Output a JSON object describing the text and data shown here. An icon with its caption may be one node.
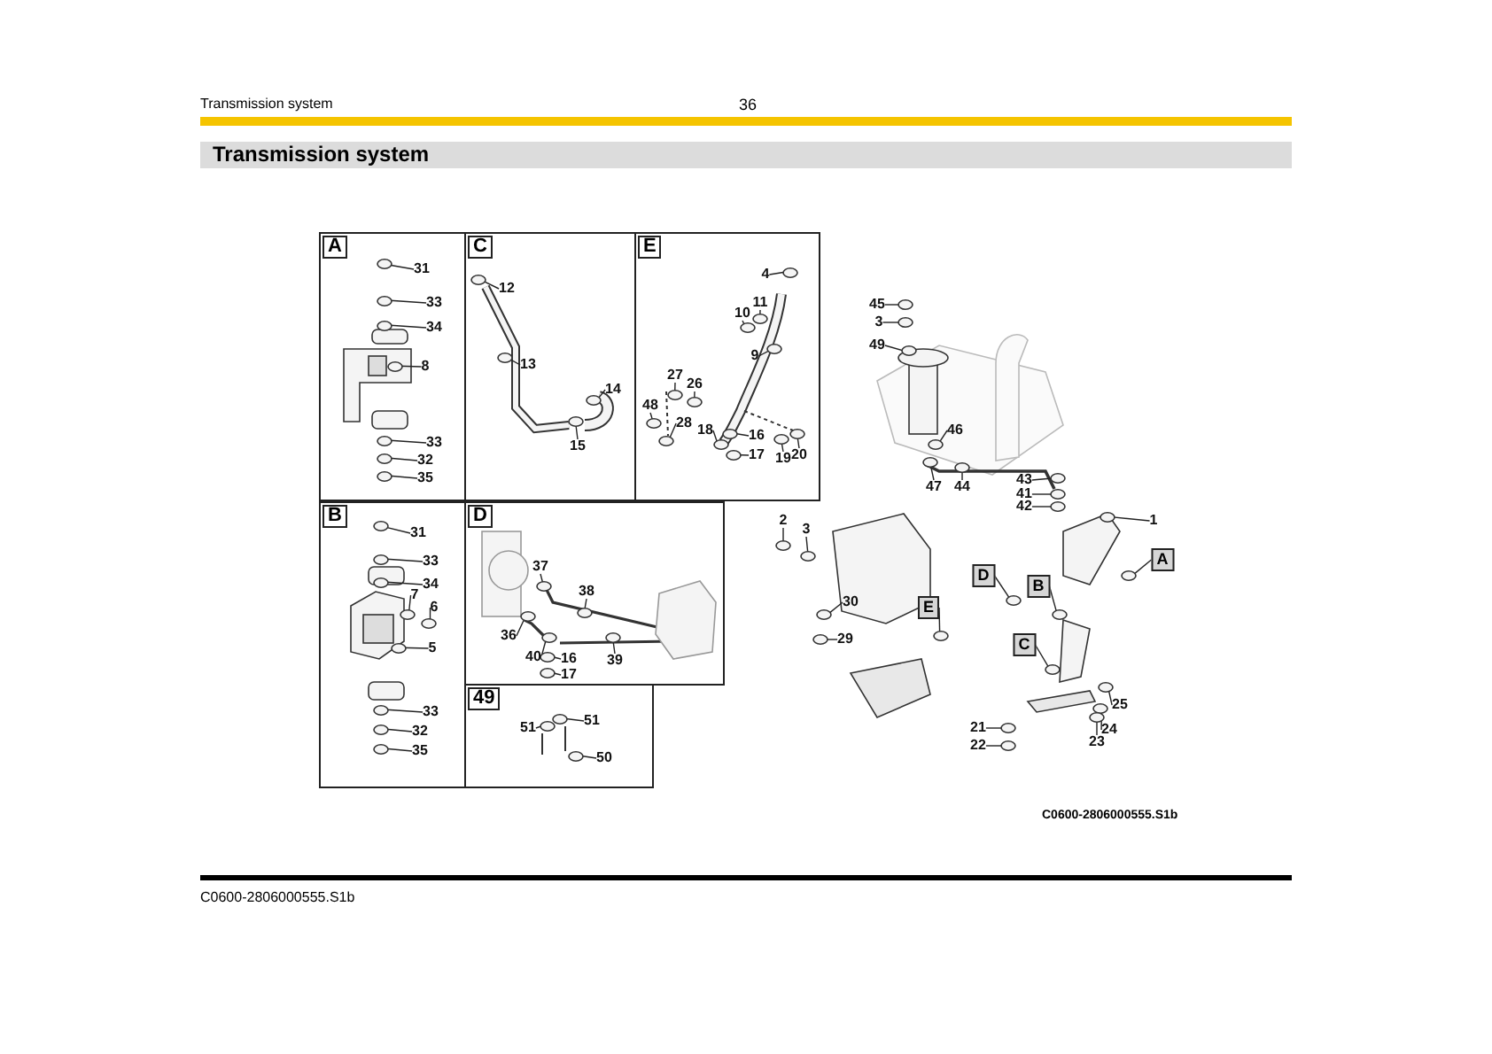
{
  "diagram": {
    "title": "Transmission system",
    "nodes": [
      {
        "text": [
          "A"
        ]
      },
      {
        "text": [
          "31"
        ],
        "in": 0
      },
      {
        "text": [
          "33"
        ],
        "in": 0
      },
      {
        "text": [
          "34"
        ],
        "in": 0
      },
      {
        "text": [
          "8"
        ],
        "in": 0
      },
      {
        "text": [
          "33"
        ],
        "in": 0
      },
      {
        "text": [
          "32"
        ],
        "in": 0
      },
      {
        "text": [
          "35"
        ],
        "in": 0
      },
      {
        "text": [
          "C"
        ]
      },
      {
        "text": [
          "12"
        ],
        "in": 8
      },
      {
        "text": [
          "13"
        ],
        "in": 8
      },
      {
        "text": [
          "14"
        ],
        "in": 8
      },
      {
        "text": [
          "15"
        ],
        "in": 8
      },
      {
        "text": [
          "E"
        ]
      },
      {
        "text": [
          "4"
        ],
        "in": 13
      },
      {
        "text": [
          "11"
        ],
        "in": 13
      },
      {
        "text": [
          "10"
        ],
        "in": 13
      },
      {
        "text": [
          "9"
        ],
        "in": 13
      },
      {
        "text": [
          "27"
        ],
        "in": 13
      },
      {
        "text": [
          "26"
        ],
        "in": 13
      },
      {
        "text": [
          "48"
        ],
        "in": 13
      },
      {
        "text": [
          "28"
        ],
        "in": 13
      },
      {
        "text": [
          "18"
        ],
        "in": 13
      },
      {
        "text": [
          "16"
        ],
        "in": 13
      },
      {
        "text": [
          "17"
        ],
        "in": 13
      },
      {
        "text": [
          "19"
        ],
        "in": 13
      },
      {
        "text": [
          "20"
        ],
        "in": 13
      },
      {
        "text": [
          "B"
        ]
      },
      {
        "text": [
          "31"
        ],
        "in": 27
      },
      {
        "text": [
          "33"
        ],
        "in": 27
      },
      {
        "text": [
          "34"
        ],
        "in": 27
      },
      {
        "text": [
          "7"
        ],
        "in": 27
      },
      {
        "text": [
          "6"
        ],
        "in": 27
      },
      {
        "text": [
          "5"
        ],
        "in": 27
      },
      {
        "text": [
          "33"
        ],
        "in": 27
      },
      {
        "text": [
          "32"
        ],
        "in": 27
      },
      {
        "text": [
          "35"
        ],
        "in": 27
      },
      {
        "text": [
          "D"
        ]
      },
      {
        "text": [
          "37"
        ],
        "in": 37
      },
      {
        "text": [
          "38"
        ],
        "in": 37
      },
      {
        "text": [
          "36"
        ],
        "in": 37
      },
      {
        "text": [
          "40"
        ],
        "in": 37
      },
      {
        "text": [
          "16"
        ],
        "in": 37
      },
      {
        "text": [
          "39"
        ],
        "in": 37
      },
      {
        "text": [
          "17"
        ],
        "in": 37
      },
      {
        "text": [
          "49"
        ]
      },
      {
        "text": [
          "51"
        ],
        "in": 45
      },
      {
        "text": [
          "51"
        ],
        "in": 45
      },
      {
        "text": [
          "50"
        ],
        "in": 45
      },
      {
        "text": [
          "45"
        ]
      },
      {
        "text": [
          "3"
        ]
      },
      {
        "text": [
          "49"
        ]
      },
      {
        "text": [
          "46"
        ]
      },
      {
        "text": [
          "47"
        ]
      },
      {
        "text": [
          "44"
        ]
      },
      {
        "text": [
          "43"
        ]
      },
      {
        "text": [
          "41"
        ]
      },
      {
        "text": [
          "42"
        ]
      },
      {
        "text": [
          "1"
        ]
      },
      {
        "text": [
          "2"
        ]
      },
      {
        "text": [
          "3"
        ]
      },
      {
        "text": [
          "30"
        ]
      },
      {
        "text": [
          "29"
        ]
      },
      {
        "text": [
          "A"
        ]
      },
      {
        "text": [
          "D"
        ]
      },
      {
        "text": [
          "B"
        ]
      },
      {
        "text": [
          "E"
        ]
      },
      {
        "text": [
          "C"
        ]
      },
      {
        "text": [
          "21"
        ]
      },
      {
        "text": [
          "22"
        ]
      },
      {
        "text": [
          "25"
        ]
      },
      {
        "text": [
          "24"
        ]
      },
      {
        "text": [
          "23"
        ]
      },
      {
        "text": [],
        "shape": "circle",
        "in": 0
      },
      {
        "text": [],
        "shape": "circle",
        "in": 0
      },
      {
        "text": [],
        "shape": "circle",
        "in": 0
      },
      {
        "text": [],
        "shape": "circle",
        "in": 0
      },
      {
        "text": [],
        "shape": "circle",
        "in": 0
      },
      {
        "text": [],
        "shape": "circle",
        "in": 0
      },
      {
        "text": [],
        "shape": "circle",
        "in": 0
      },
      {
        "text": [],
        "shape": "circle",
        "in": 8
      },
      {
        "text": [],
        "shape": "circle",
        "in": 8
      },
      {
        "text": [],
        "shape": "circle",
        "in": 8
      },
      {
        "text": [],
        "shape": "circle",
        "in": 8
      },
      {
        "text": [],
        "shape": "circle",
        "in": 13
      },
      {
        "text": [],
        "shape": "circle",
        "in": 13
      },
      {
        "text": [],
        "shape": "circle",
        "in": 13
      },
      {
        "text": [],
        "shape": "circle",
        "in": 13
      },
      {
        "text": [],
        "shape": "circle",
        "in": 13
      },
      {
        "text": [],
        "shape": "circle",
        "in": 13
      },
      {
        "text": [],
        "shape": "circle",
        "in": 13
      },
      {
        "text": [],
        "shape": "circle",
        "in": 13
      },
      {
        "text": [],
        "shape": "circle",
        "in": 13
      },
      {
        "text": [],
        "shape": "circle",
        "in": 13
      },
      {
        "text": [],
        "shape": "circle",
        "in": 13
      },
      {
        "text": [],
        "shape": "circle",
        "in": 13
      },
      {
        "text": [],
        "shape": "circle",
        "in": 13
      },
      {
        "text": [],
        "shape": "circle",
        "in": 27
      },
      {
        "text": [],
        "shape": "circle",
        "in": 27
      },
      {
        "text": [],
        "shape": "circle",
        "in": 27
      },
      {
        "text": [],
        "shape": "circle",
        "in": 27
      },
      {
        "text": [],
        "shape": "circle",
        "in": 27
      },
      {
        "text": [],
        "shape": "circle",
        "in": 27
      },
      {
        "text": [],
        "shape": "circle",
        "in": 27
      },
      {
        "text": [],
        "shape": "circle",
        "in": 27
      },
      {
        "text": [],
        "shape": "circle",
        "in": 27
      },
      {
        "text": [],
        "shape": "circle",
        "in": 37
      },
      {
        "text": [],
        "shape": "circle",
        "in": 37
      },
      {
        "text": [],
        "shape": "circle",
        "in": 37
      },
      {
        "text": [],
        "shape": "circle",
        "in": 37
      },
      {
        "text": [],
        "shape": "circle",
        "in": 37
      },
      {
        "text": [],
        "shape": "circle",
        "in": 37
      },
      {
        "text": [],
        "shape": "circle",
        "in": 37
      },
      {
        "text": [],
        "shape": "circle",
        "in": 45
      },
      {
        "text": [],
        "shape": "circle",
        "in": 45
      },
      {
        "text": [],
        "shape": "circle",
        "in": 45
      },
      {
        "text": [],
        "shape": "circle"
      },
      {
        "text": [],
        "shape": "circle"
      },
      {
        "text": [],
        "shape": "circle"
      },
      {
        "text": [],
        "shape": "circle"
      },
      {
        "text": [],
        "shape": "circle"
      },
      {
        "text": [],
        "shape": "circle"
      },
      {
        "text": [],
        "shape": "circle"
      },
      {
        "text": [],
        "shape": "circle"
      },
      {
        "text": [],
        "shape": "circle"
      },
      {
        "text": [],
        "shape": "circle"
      },
      {
        "text": [],
        "shape": "circle"
      },
      {
        "text": [],
        "shape": "circle"
      },
      {
        "text": [],
        "shape": "circle"
      },
      {
        "text": [],
        "shape": "circle"
      },
      {
        "text": [],
        "shape": "circle"
      },
      {
        "text": [],
        "shape": "circle"
      },
      {
        "text": [],
        "shape": "circle"
      },
      {
        "text": [],
        "shape": "circle"
      },
      {
        "text": [],
        "shape": "circle"
      },
      {
        "text": [],
        "shape": "circle"
      },
      {
        "text": [],
        "shape": "circle"
      },
      {
        "text": [],
        "shape": "circle"
      },
      {
        "text": [],
        "shape": "circle"
      },
      {
        "text": [],
        "shape": "circle"
      }
    ],
    "edges": [
      {
        "from": 1,
        "to": 73,
        "arrow": "none"
      },
      {
        "from": 2,
        "to": 74,
        "arrow": "none"
      },
      {
        "from": 3,
        "to": 75,
        "arrow": "none"
      },
      {
        "from": 4,
        "to": 76,
        "arrow": "none"
      },
      {
        "from": 5,
        "to": 77,
        "arrow": "none"
      },
      {
        "from": 6,
        "to": 78,
        "arrow": "none"
      },
      {
        "from": 7,
        "to": 79,
        "arrow": "none"
      },
      {
        "from": 9,
        "to": 80,
        "arrow": "none"
      },
      {
        "from": 10,
        "to": 81,
        "arrow": "none"
      },
      {
        "from": 11,
        "to": 82,
        "arrow": "none"
      },
      {
        "from": 12,
        "to": 83,
        "arrow": "none"
      },
      {
        "from": 14,
        "to": 84,
        "arrow": "none"
      },
      {
        "from": 15,
        "to": 85,
        "arrow": "none"
      },
      {
        "from": 16,
        "to": 86,
        "arrow": "none"
      },
      {
        "from": 17,
        "to": 87,
        "arrow": "none"
      },
      {
        "from": 18,
        "to": 88,
        "arrow": "none"
      },
      {
        "from": 19,
        "to": 89,
        "arrow": "none"
      },
      {
        "from": 20,
        "to": 90,
        "arrow": "none"
      },
      {
        "from": 21,
        "to": 91,
        "arrow": "none"
      },
      {
        "from": 22,
        "to": 92,
        "arrow": "none"
      },
      {
        "from": 23,
        "to": 93,
        "arrow": "none"
      },
      {
        "from": 24,
        "to": 94,
        "arrow": "none"
      },
      {
        "from": 25,
        "to": 95,
        "arrow": "none"
      },
      {
        "from": 26,
        "to": 96,
        "arrow": "none"
      },
      {
        "from": 28,
        "to": 97,
        "arrow": "none"
      },
      {
        "from": 29,
        "to": 98,
        "arrow": "none"
      },
      {
        "from": 30,
        "to": 99,
        "arrow": "none"
      },
      {
        "from": 31,
        "to": 100,
        "arrow": "none"
      },
      {
        "from": 32,
        "to": 101,
        "arrow": "none"
      },
      {
        "from": 33,
        "to": 102,
        "arrow": "none"
      },
      {
        "from": 34,
        "to": 103,
        "arrow": "none"
      },
      {
        "from": 35,
        "to": 104,
        "arrow": "none"
      },
      {
        "from": 36,
        "to": 105,
        "arrow": "none"
      },
      {
        "from": 38,
        "to": 106,
        "arrow": "none"
      },
      {
        "from": 39,
        "to": 107,
        "arrow": "none"
      },
      {
        "from": 40,
        "to": 108,
        "arrow": "none"
      },
      {
        "from": 41,
        "to": 109,
        "arrow": "none"
      },
      {
        "from": 42,
        "to": 110,
        "arrow": "none"
      },
      {
        "from": 43,
        "to": 111,
        "arrow": "none"
      },
      {
        "from": 44,
        "to": 112,
        "arrow": "none"
      },
      {
        "from": 46,
        "to": 113,
        "arrow": "none"
      },
      {
        "from": 47,
        "to": 114,
        "arrow": "none"
      },
      {
        "from": 48,
        "to": 115,
        "arrow": "none"
      },
      {
        "from": 49,
        "to": 116,
        "arrow": "none"
      },
      {
        "from": 50,
        "to": 117,
        "arrow": "none"
      },
      {
        "from": 51,
        "to": 118,
        "arrow": "none"
      },
      {
        "from": 52,
        "to": 119,
        "arrow": "none"
      },
      {
        "from": 53,
        "to": 120,
        "arrow": "none"
      },
      {
        "from": 54,
        "to": 121,
        "arrow": "none"
      },
      {
        "from": 55,
        "to": 122,
        "arrow": "none"
      },
      {
        "from": 56,
        "to": 123,
        "arrow": "none"
      },
      {
        "from": 57,
        "to": 124,
        "arrow": "none"
      },
      {
        "from": 58,
        "to": 125,
        "arrow": "none"
      },
      {
        "from": 59,
        "to": 126,
        "arrow": "none"
      },
      {
        "from": 60,
        "to": 127,
        "arrow": "none"
      },
      {
        "from": 61,
        "to": 128,
        "arrow": "none"
      },
      {
        "from": 62,
        "to": 129,
        "arrow": "none"
      },
      {
        "from": 63,
        "to": 130,
        "arrow": "none"
      },
      {
        "from": 64,
        "to": 131,
        "arrow": "none"
      },
      {
        "from": 65,
        "to": 132,
        "arrow": "none"
      },
      {
        "from": 66,
        "to": 133,
        "arrow": "none"
      },
      {
        "from": 67,
        "to": 134,
        "arrow": "none"
      },
      {
        "from": 68,
        "to": 135,
        "arrow": "none"
      },
      {
        "from": 69,
        "to": 136,
        "arrow": "none"
      },
      {
        "from": 70,
        "to": 137,
        "arrow": "none"
      },
      {
        "from": 71,
        "to": 138,
        "arrow": "none"
      },
      {
        "from": 72,
        "to": 139,
        "arrow": "none"
      }
    ],
    "labels": [
      "Transmission system",
      "36",
      "C0600-2806000555.S1b",
      "C0600-2806000555.S1b"
    ]
  }
}
